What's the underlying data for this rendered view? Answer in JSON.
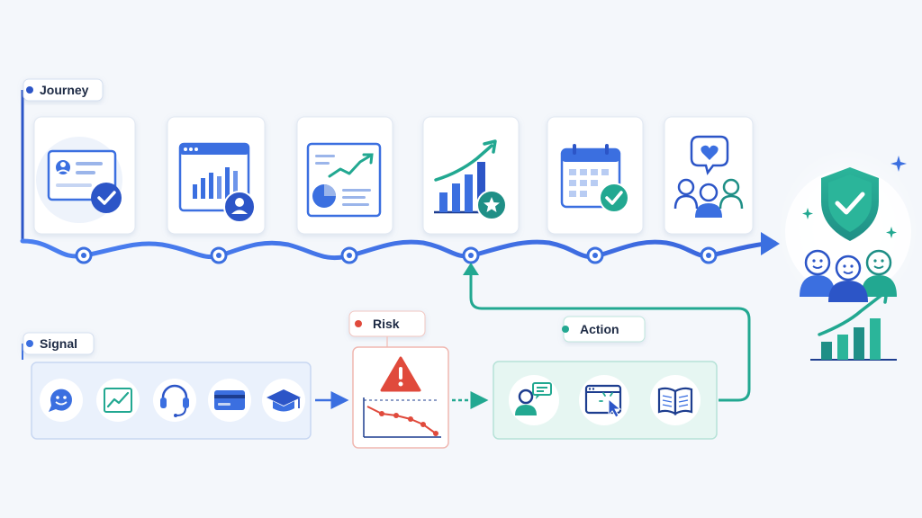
{
  "labels": {
    "journey": "Journey",
    "signal": "Signal",
    "risk": "Risk",
    "action": "Action"
  },
  "journey_steps": [
    {
      "icon": "profile-card-check-icon"
    },
    {
      "icon": "dashboard-user-icon"
    },
    {
      "icon": "report-analytics-icon"
    },
    {
      "icon": "growth-chart-star-icon"
    },
    {
      "icon": "calendar-check-icon"
    },
    {
      "icon": "community-heart-icon"
    }
  ],
  "signal_icons": [
    "chat-smile-icon",
    "trend-chart-icon",
    "headset-icon",
    "credit-card-icon",
    "graduation-cap-icon"
  ],
  "action_icons": [
    "user-message-icon",
    "browser-click-icon",
    "open-book-icon"
  ],
  "outcome_icons": [
    "shield-check-icon",
    "happy-customers-icon",
    "growth-bars-icon"
  ],
  "colors": {
    "blue": "#3b6fe0",
    "dark_blue": "#2c55c7",
    "teal": "#22a891",
    "red": "#e04a3c",
    "background": "#f4f7fb"
  }
}
